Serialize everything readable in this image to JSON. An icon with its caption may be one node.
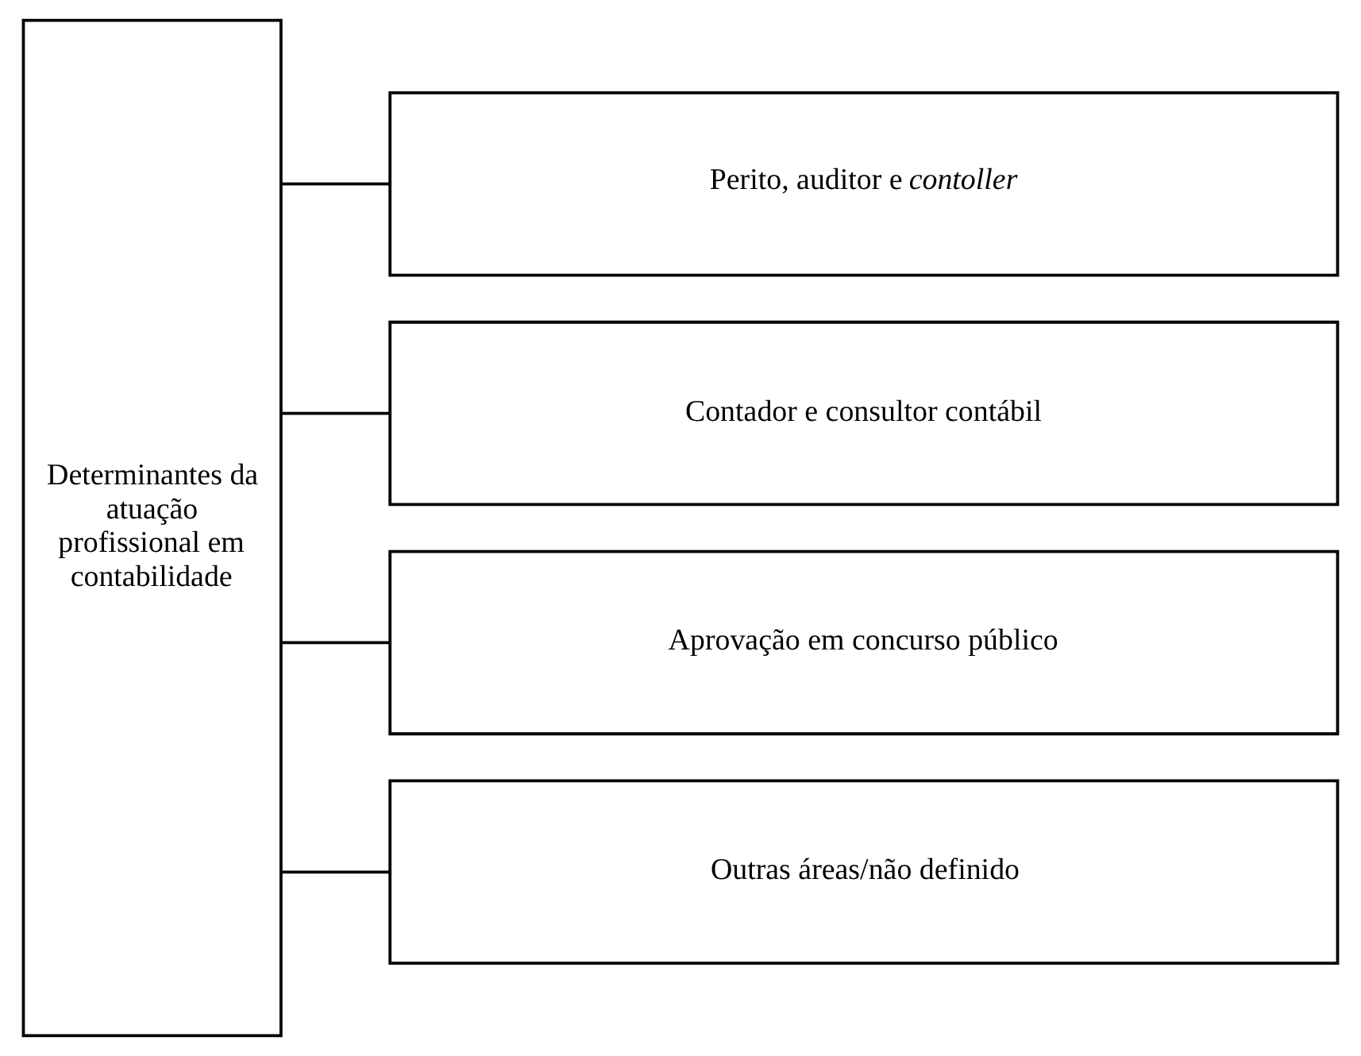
{
  "diagram": {
    "nodes": [
      {
        "text": [
          "Determinantes da atuação profissional em contabilidade"
        ]
      },
      {
        "text": [
          "Perito, auditor e *contoller*"
        ]
      },
      {
        "text": [
          "Contador e consultor contábil"
        ]
      },
      {
        "text": [
          "Aprovação em concurso público"
        ]
      },
      {
        "text": [
          "Outras áreas/não definido"
        ]
      }
    ],
    "edges": [
      {
        "from": 0,
        "to": 1,
        "arrow": "none"
      },
      {
        "from": 0,
        "to": 2,
        "arrow": "none"
      },
      {
        "from": 0,
        "to": 3,
        "arrow": "none"
      },
      {
        "from": 0,
        "to": 4,
        "arrow": "none"
      }
    ]
  }
}
